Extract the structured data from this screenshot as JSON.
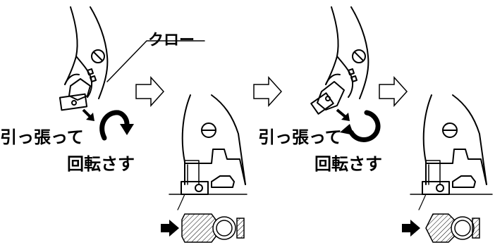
{
  "labels": {
    "claw": "クロー",
    "pull_step1": "引っ張って",
    "rotate_step1": "回転さす",
    "pull_step2": "引っ張って",
    "rotate_step2": "回転さす"
  },
  "colors": {
    "line": "#000000",
    "background": "#ffffff",
    "hatch": "#000000"
  },
  "icons": {
    "flow_arrow": "hollow-right-arrow-icon",
    "pull_arrow": "filled-diagonal-arrow-icon",
    "rotate_cw": "clockwise-arrow-icon",
    "rotate_ccw": "counterclockwise-arrow-icon",
    "pointer": "filled-right-arrow-icon"
  }
}
